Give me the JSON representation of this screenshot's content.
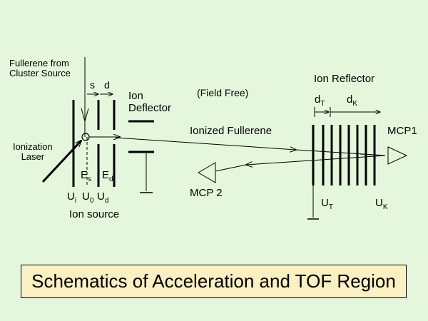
{
  "diagram": {
    "source_label": "Fullerene from\nCluster Source",
    "gap_labels": {
      "s": "s",
      "d": "d"
    },
    "deflector_label": "Ion\nDeflector",
    "field_free_label": "(Field Free)",
    "ionized_label": "Ionized Fullerene",
    "laser_label": "Ionization\nLaser",
    "field_labels": {
      "Es_main": "E",
      "Es_sub": "s",
      "Ed_main": "E",
      "Ed_sub": "d"
    },
    "voltage_labels": {
      "Ui_main": "U",
      "Ui_sub": "i",
      "U0_main": "U",
      "U0_sub": "0",
      "Ud_main": "U",
      "Ud_sub": "d"
    },
    "ion_source_label": "Ion source",
    "mcp2_label": "MCP 2",
    "reflector_label": "Ion Reflector",
    "dT_main": "d",
    "dT_sub": "T",
    "dK_main": "d",
    "dK_sub": "K",
    "mcp1_label": "MCP1",
    "UT_main": "U",
    "UT_sub": "T",
    "UK_main": "U",
    "UK_sub": "K"
  },
  "caption": "Schematics of Acceleration and TOF Region",
  "colors": {
    "background": "#e4f7dc",
    "caption_fill": "#fbefc4",
    "ink": "#000000"
  }
}
